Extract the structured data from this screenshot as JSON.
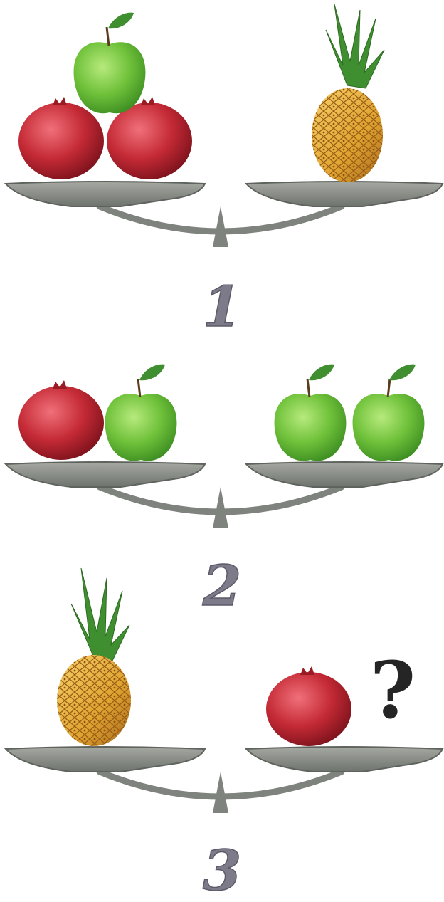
{
  "puzzle": {
    "scales": [
      {
        "number": "1",
        "left": [
          "pomegranate",
          "pomegranate",
          "apple"
        ],
        "right": [
          "pineapple"
        ]
      },
      {
        "number": "2",
        "left": [
          "pomegranate",
          "apple"
        ],
        "right": [
          "apple",
          "apple"
        ]
      },
      {
        "number": "3",
        "left": [
          "pineapple"
        ],
        "right": [
          "pomegranate"
        ],
        "question": "?"
      }
    ]
  },
  "colors": {
    "pan": "#8e928c",
    "pan_dark": "#5f635e",
    "number": "#7d7b8a",
    "question": "#252525",
    "apple": "#6fc13a",
    "pomegranate": "#c42a35",
    "pineapple": "#e0a431",
    "leaf": "#3f8f30"
  }
}
